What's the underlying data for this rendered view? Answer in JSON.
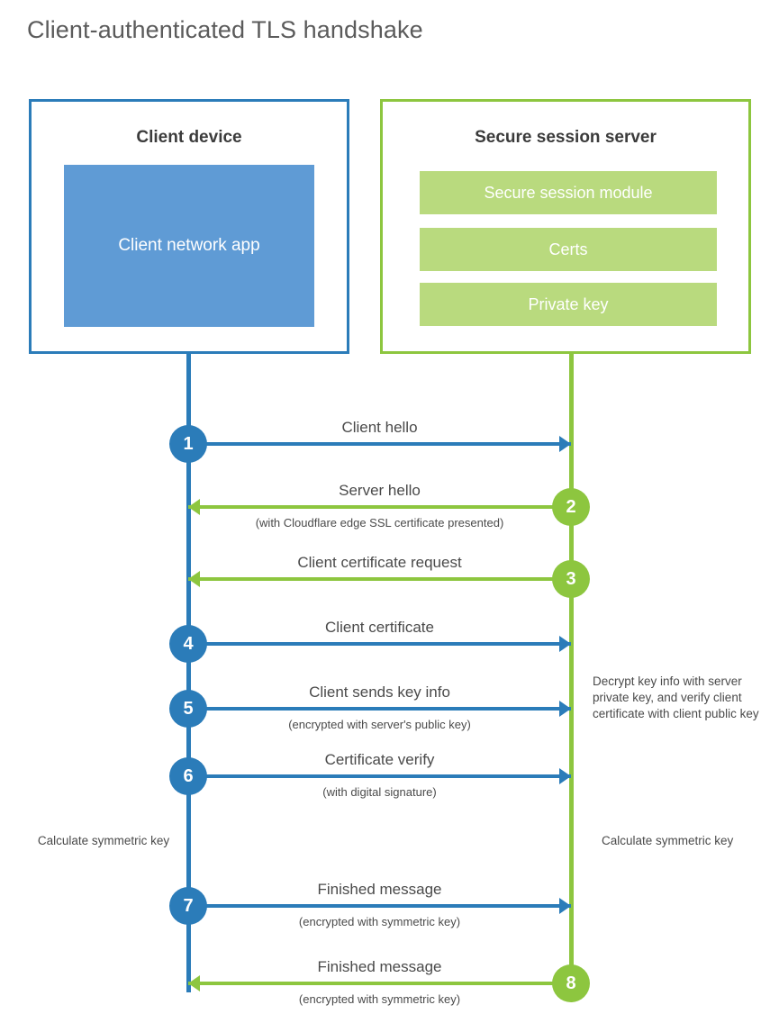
{
  "title": "Client-authenticated TLS handshake",
  "colors": {
    "blue_stroke": "#2b7cb9",
    "green_stroke": "#8dc63f",
    "blue_fill": "#5f9bd5",
    "green_fill": "#b9da7e",
    "text": "#4a4a4a",
    "title_text": "#5b5b5b",
    "background": "#ffffff"
  },
  "client_box": {
    "title": "Client device",
    "app_label": "Client network app"
  },
  "server_box": {
    "title": "Secure session server",
    "blocks": [
      "Secure session module",
      "Certs",
      "Private key"
    ]
  },
  "annotations": {
    "server_decrypt": "Decrypt key info with server private key, and verify client certificate with client public key",
    "client_calculate": "Calculate symmetric key",
    "server_calculate": "Calculate symmetric key"
  },
  "steps": [
    {
      "number": "1",
      "label": "Client hello",
      "sublabel": "",
      "direction": "right",
      "color": "blue"
    },
    {
      "number": "2",
      "label": "Server hello",
      "sublabel": "(with Cloudflare edge SSL certificate presented)",
      "direction": "left",
      "color": "green"
    },
    {
      "number": "3",
      "label": "Client certificate request",
      "sublabel": "",
      "direction": "left",
      "color": "green"
    },
    {
      "number": "4",
      "label": "Client certificate",
      "sublabel": "",
      "direction": "right",
      "color": "blue"
    },
    {
      "number": "5",
      "label": "Client sends key info",
      "sublabel": "(encrypted with server's public key)",
      "direction": "right",
      "color": "blue"
    },
    {
      "number": "6",
      "label": "Certificate verify",
      "sublabel": "(with digital signature)",
      "direction": "right",
      "color": "blue"
    },
    {
      "number": "7",
      "label": "Finished message",
      "sublabel": "(encrypted with symmetric key)",
      "direction": "right",
      "color": "blue"
    },
    {
      "number": "8",
      "label": "Finished message",
      "sublabel": "(encrypted with symmetric key)",
      "direction": "left",
      "color": "green"
    }
  ]
}
